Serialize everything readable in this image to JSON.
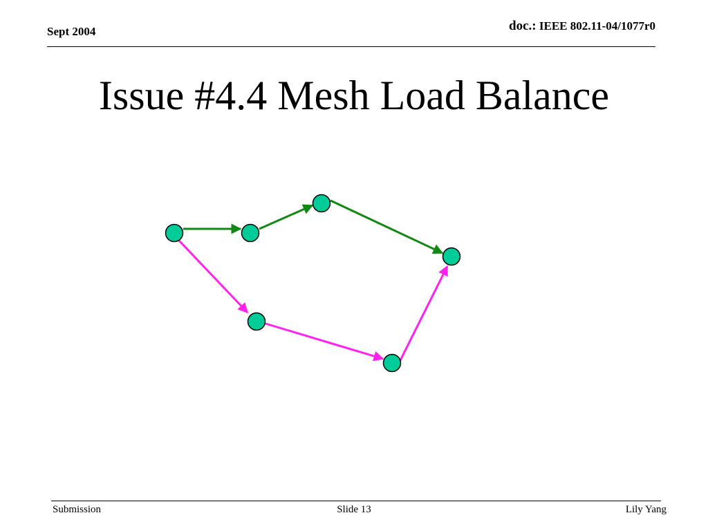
{
  "header": {
    "date": "Sept 2004",
    "doc_label": "doc.:",
    "doc_id": "IEEE 802.11-04/1077r0"
  },
  "title": "Issue #4.4 Mesh Load Balance",
  "diagram": {
    "node_color": "#00cc99",
    "green_path_color": "#118811",
    "magenta_path_color": "#ff22ee"
  },
  "footer": {
    "left": "Submission",
    "center": "Slide 13",
    "right": "Lily Yang"
  }
}
